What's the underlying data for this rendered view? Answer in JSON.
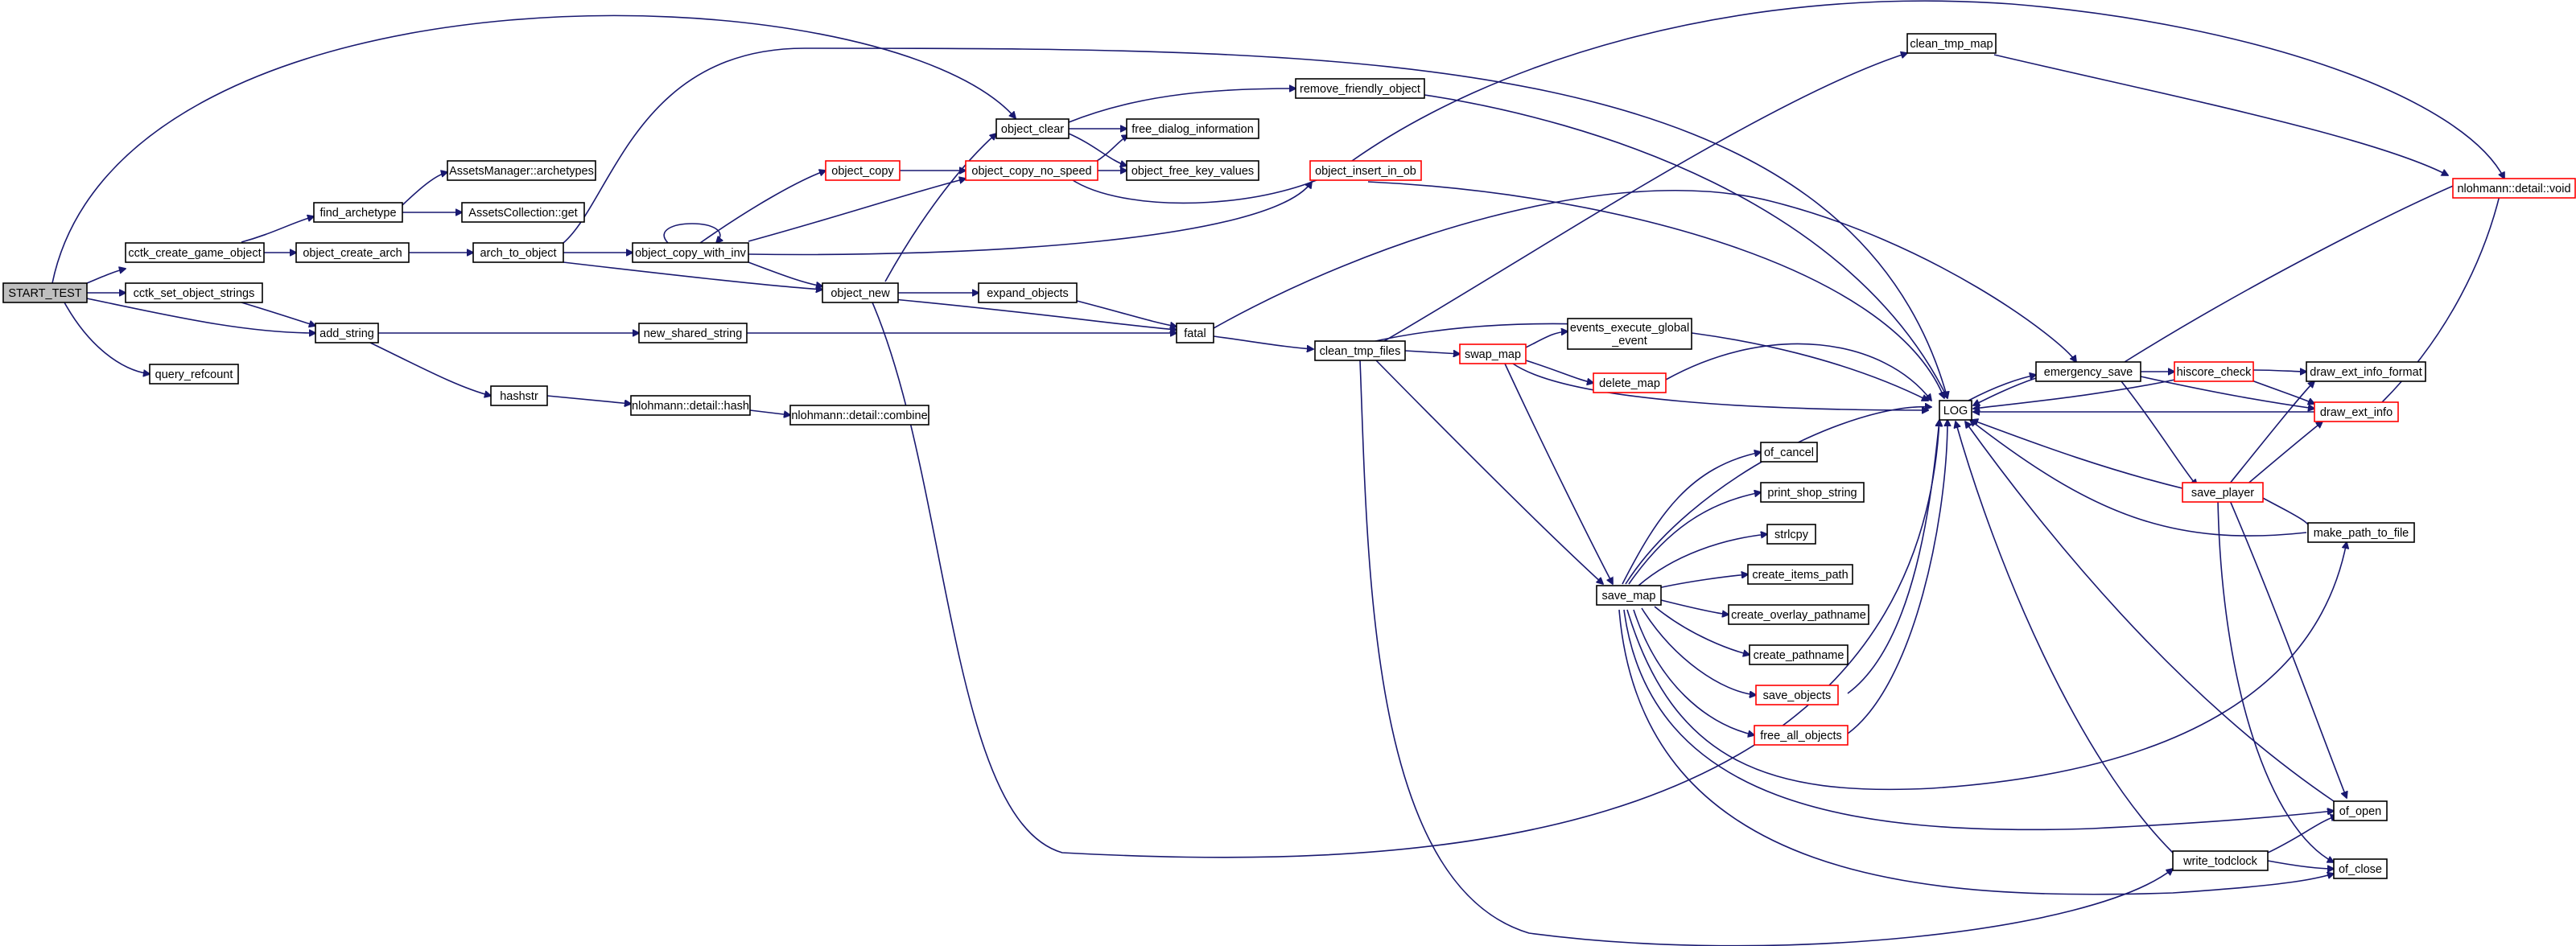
{
  "diagram": {
    "nodes": [
      {
        "id": "start_test",
        "label": "START_TEST",
        "kind": "root"
      },
      {
        "id": "cctk_create_game_object",
        "label": "cctk_create_game_object"
      },
      {
        "id": "cctk_set_object_strings",
        "label": "cctk_set_object_strings"
      },
      {
        "id": "query_refcount",
        "label": "query_refcount"
      },
      {
        "id": "find_archetype",
        "label": "find_archetype"
      },
      {
        "id": "object_create_arch",
        "label": "object_create_arch"
      },
      {
        "id": "add_string",
        "label": "add_string"
      },
      {
        "id": "assetsmanager_archetypes",
        "label": "AssetsManager::archetypes"
      },
      {
        "id": "assetscollection_get",
        "label": "AssetsCollection::get"
      },
      {
        "id": "arch_to_object",
        "label": "arch_to_object"
      },
      {
        "id": "hashstr",
        "label": "hashstr"
      },
      {
        "id": "new_shared_string",
        "label": "new_shared_string"
      },
      {
        "id": "nlohmann_hash",
        "label": "nlohmann::detail::hash"
      },
      {
        "id": "nlohmann_combine",
        "label": "nlohmann::detail::combine"
      },
      {
        "id": "object_copy_with_inv",
        "label": "object_copy_with_inv"
      },
      {
        "id": "object_copy",
        "label": "object_copy",
        "kind": "red"
      },
      {
        "id": "object_clear",
        "label": "object_clear"
      },
      {
        "id": "object_new",
        "label": "object_new"
      },
      {
        "id": "object_copy_no_speed",
        "label": "object_copy_no_speed",
        "kind": "red"
      },
      {
        "id": "expand_objects",
        "label": "expand_objects"
      },
      {
        "id": "free_dialog_information",
        "label": "free_dialog_information"
      },
      {
        "id": "object_free_key_values",
        "label": "object_free_key_values"
      },
      {
        "id": "remove_friendly_object",
        "label": "remove_friendly_object"
      },
      {
        "id": "fatal",
        "label": "fatal"
      },
      {
        "id": "object_insert_in_ob",
        "label": "object_insert_in_ob",
        "kind": "red"
      },
      {
        "id": "clean_tmp_files",
        "label": "clean_tmp_files"
      },
      {
        "id": "swap_map",
        "label": "swap_map",
        "kind": "red"
      },
      {
        "id": "events_execute_global_event",
        "label": "events_execute_global\n_event"
      },
      {
        "id": "delete_map",
        "label": "delete_map",
        "kind": "red"
      },
      {
        "id": "save_map",
        "label": "save_map"
      },
      {
        "id": "clean_tmp_map",
        "label": "clean_tmp_map"
      },
      {
        "id": "of_cancel",
        "label": "of_cancel"
      },
      {
        "id": "print_shop_string",
        "label": "print_shop_string"
      },
      {
        "id": "strlcpy",
        "label": "strlcpy"
      },
      {
        "id": "create_items_path",
        "label": "create_items_path"
      },
      {
        "id": "create_overlay_pathname",
        "label": "create_overlay_pathname"
      },
      {
        "id": "create_pathname",
        "label": "create_pathname"
      },
      {
        "id": "save_objects",
        "label": "save_objects",
        "kind": "red"
      },
      {
        "id": "free_all_objects",
        "label": "free_all_objects",
        "kind": "red"
      },
      {
        "id": "log",
        "label": "LOG"
      },
      {
        "id": "emergency_save",
        "label": "emergency_save"
      },
      {
        "id": "write_todclock",
        "label": "write_todclock"
      },
      {
        "id": "hiscore_check",
        "label": "hiscore_check",
        "kind": "red"
      },
      {
        "id": "save_player",
        "label": "save_player",
        "kind": "red"
      },
      {
        "id": "nlohmann_void",
        "label": "nlohmann::detail::void",
        "kind": "red"
      },
      {
        "id": "draw_ext_info_format",
        "label": "draw_ext_info_format"
      },
      {
        "id": "draw_ext_info",
        "label": "draw_ext_info",
        "kind": "red"
      },
      {
        "id": "make_path_to_file",
        "label": "make_path_to_file"
      },
      {
        "id": "of_open",
        "label": "of_open"
      },
      {
        "id": "of_close",
        "label": "of_close"
      }
    ]
  }
}
